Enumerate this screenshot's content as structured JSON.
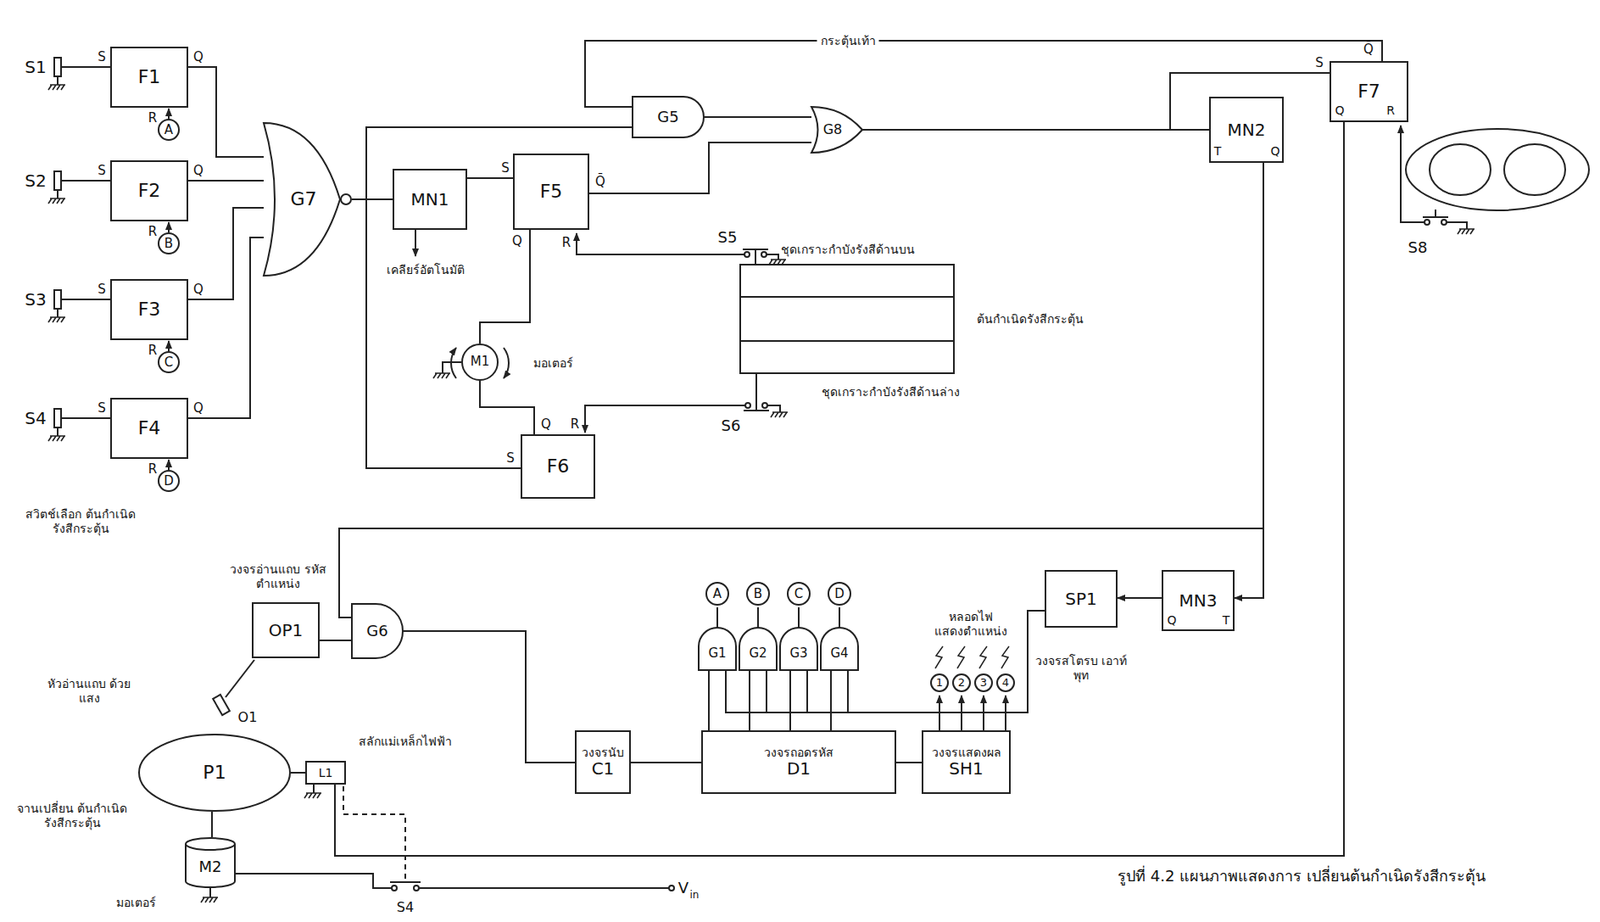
{
  "diagram": {
    "caption": "รูปที่ 4.2 แผนภาพแสดงการ เปลี่ยนต้นกำเนิดรังสีกระตุ้น",
    "nodes": [
      {
        "text": [
          "F1"
        ]
      },
      {
        "text": [
          "F2"
        ]
      },
      {
        "text": [
          "F3"
        ]
      },
      {
        "text": [
          "F4"
        ]
      },
      {
        "text": [
          "G7"
        ]
      },
      {
        "text": [
          "MN1"
        ]
      },
      {
        "text": [
          "F5"
        ]
      },
      {
        "text": [
          "F6"
        ]
      },
      {
        "text": [
          "M1"
        ]
      },
      {
        "text": [
          "G5"
        ]
      },
      {
        "text": [
          "G8"
        ]
      },
      {
        "text": [
          "MN2"
        ]
      },
      {
        "text": [
          "F7"
        ]
      },
      {
        "text": [
          "MN3"
        ]
      },
      {
        "text": [
          "SP1"
        ]
      },
      {
        "text": [
          "OP1"
        ]
      },
      {
        "text": [
          "G6"
        ]
      },
      {
        "text": [
          "วงจรนับ",
          "C1"
        ]
      },
      {
        "text": [
          "วงจรถอดรหัส",
          "D1"
        ]
      },
      {
        "text": [
          "วงจรแสดงผล",
          "SH1"
        ]
      },
      {
        "text": [
          "G1"
        ]
      },
      {
        "text": [
          "G2"
        ]
      },
      {
        "text": [
          "G3"
        ]
      },
      {
        "text": [
          "G4"
        ]
      },
      {
        "text": [
          "P1"
        ]
      },
      {
        "text": [
          "M2"
        ]
      },
      {
        "text": [
          "L1"
        ]
      }
    ],
    "edges": [
      {
        "from": 0,
        "to": 4,
        "arrow": "none"
      },
      {
        "from": 1,
        "to": 4,
        "arrow": "none"
      },
      {
        "from": 2,
        "to": 4,
        "arrow": "none"
      },
      {
        "from": 3,
        "to": 4,
        "arrow": "none"
      },
      {
        "from": 4,
        "to": 5,
        "arrow": "none"
      },
      {
        "from": 4,
        "to": 7,
        "arrow": "none"
      },
      {
        "from": 4,
        "to": 9,
        "arrow": "none"
      },
      {
        "from": 5,
        "to": 6,
        "arrow": "none"
      },
      {
        "from": 6,
        "to": 8,
        "arrow": "none"
      },
      {
        "from": 7,
        "to": 8,
        "arrow": "none"
      },
      {
        "from": 6,
        "to": 10,
        "arrow": "none"
      },
      {
        "from": 9,
        "to": 10,
        "arrow": "none"
      },
      {
        "from": 12,
        "to": 9,
        "label": "กระตุ้นเท้า",
        "arrow": "none"
      },
      {
        "from": 10,
        "to": 11,
        "arrow": "none"
      },
      {
        "from": 10,
        "to": 12,
        "arrow": "none"
      },
      {
        "from": 11,
        "to": 13,
        "arrow": "to"
      },
      {
        "from": 11,
        "to": 16,
        "arrow": "none"
      },
      {
        "from": 13,
        "to": 14,
        "arrow": "to"
      },
      {
        "from": 14,
        "to": 20,
        "arrow": "none"
      },
      {
        "from": 14,
        "to": 21,
        "arrow": "none"
      },
      {
        "from": 14,
        "to": 22,
        "arrow": "none"
      },
      {
        "from": 14,
        "to": 23,
        "arrow": "none"
      },
      {
        "from": 18,
        "to": 20,
        "arrow": "none"
      },
      {
        "from": 18,
        "to": 21,
        "arrow": "none"
      },
      {
        "from": 18,
        "to": 22,
        "arrow": "none"
      },
      {
        "from": 18,
        "to": 23,
        "arrow": "none"
      },
      {
        "from": 15,
        "to": 16,
        "arrow": "none"
      },
      {
        "from": 16,
        "to": 17,
        "arrow": "none"
      },
      {
        "from": 17,
        "to": 18,
        "arrow": "none"
      },
      {
        "from": 18,
        "to": 19,
        "arrow": "none"
      },
      {
        "from": 12,
        "to": 26,
        "arrow": "none"
      },
      {
        "from": 24,
        "to": 26,
        "arrow": "none"
      },
      {
        "from": 25,
        "to": 24,
        "arrow": "none"
      }
    ],
    "labels": [
      "S1",
      "S2",
      "S3",
      "S4",
      "สวิตช์เลือก ต้นกำเนิดรังสีกระตุ้น",
      "S",
      "R",
      "Q",
      "S",
      "R",
      "Q",
      "S",
      "R",
      "Q",
      "S",
      "R",
      "Q",
      "A",
      "B",
      "C",
      "D",
      "S",
      "Q̄",
      "Q",
      "R",
      "Q",
      "R",
      "S",
      "เคลียร์อัตโนมัติ",
      "มอเตอร์",
      "S5",
      "ชุดเกราะกำบังรังสีด้านบน",
      "ต้นกำเนิดรังสีกระตุ้น",
      "ชุดเกราะกำบังรังสีด้านล่าง",
      "S6",
      "S",
      "Q̄",
      "Q",
      "R",
      "T",
      "Q",
      "S8",
      "Q",
      "T",
      "วงจรสโตรบ เอาท์พุท",
      "หลอดไฟ แสดงตำแหน่ง",
      "1",
      "2",
      "3",
      "4",
      "A",
      "B",
      "C",
      "D",
      "วงจรอ่านแถบ รหัสตำแหน่ง",
      "หัวอ่านแถบ ด้วยแสง",
      "O1",
      "สลักแม่เหล็กไฟฟ้า",
      "จานเปลี่ยน ต้นกำเนิดรังสีกระตุ้น",
      "มอเตอร์",
      "S4",
      "V",
      "in"
    ]
  }
}
